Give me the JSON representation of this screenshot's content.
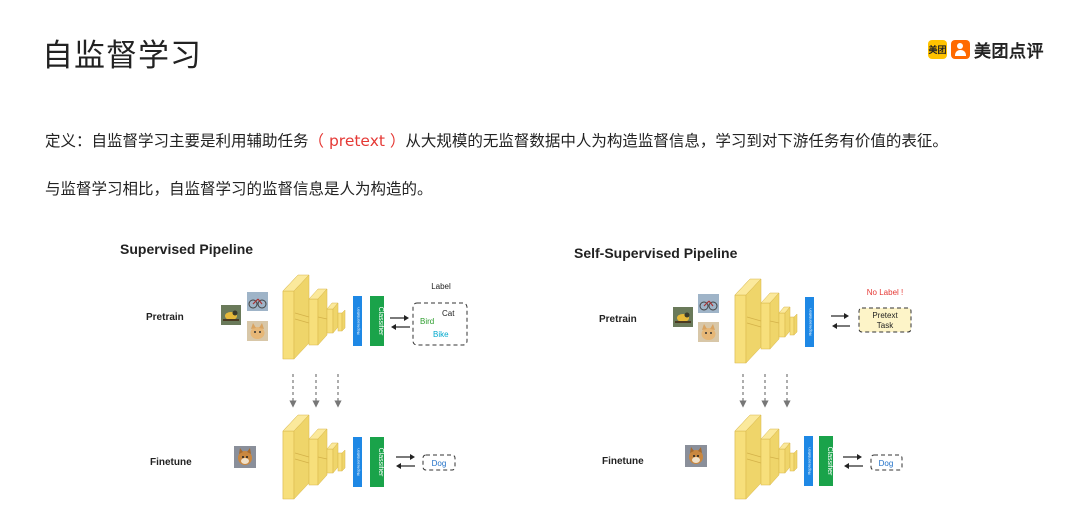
{
  "slide": {
    "title": "自监督学习",
    "logo": {
      "badge": "美团",
      "text": "美团点评"
    },
    "definition": {
      "prefix": "定义：自监督学习主要是利用辅助任务",
      "highlight": "（ pretext ）",
      "suffix": "从大规模的无监督数据中人为构造监督信息，学习到对下游任务有价值的表征。"
    },
    "comparison": "与监督学习相比，自监督学习的监督信息是人为构造的。"
  },
  "diagram_left": {
    "title": "Supervised Pipeline",
    "pretrain_label": "Pretrain",
    "finetune_label": "Finetune",
    "representation_label": "Representation",
    "classifier_label": "Classifier",
    "label_header": "Label",
    "labels": {
      "cat": "Cat",
      "bird": "Bird",
      "bike": "Bike"
    },
    "finetune_output": "Dog"
  },
  "diagram_right": {
    "title": "Self-Supervised Pipeline",
    "pretrain_label": "Pretrain",
    "finetune_label": "Finetune",
    "representation_label": "Representation",
    "classifier_label": "Classifier",
    "no_label": "No Label !",
    "pretext_line1": "Pretext",
    "pretext_line2": "Task",
    "finetune_output": "Dog"
  },
  "colors": {
    "encoder_yellow": "#f7df7b",
    "representation_blue": "#1e88e5",
    "classifier_green": "#1aa34a",
    "label_red": "#e53935",
    "label_green": "#2e9e2e",
    "label_cyan": "#00a8cc",
    "dog_blue": "#1e6fc7"
  }
}
